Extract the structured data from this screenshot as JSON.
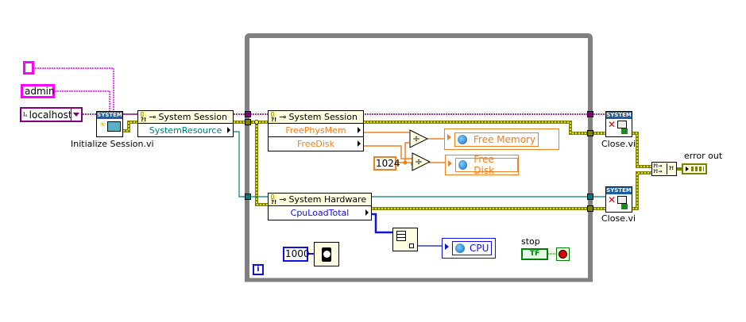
{
  "diagram": {
    "inputs": {
      "password_value": "",
      "username_value": "admin",
      "host_value": "localhost",
      "host_prefix": "I/o"
    },
    "init_session": {
      "badge": "SYSTEM",
      "label": "Initialize Session.vi"
    },
    "property_node_session": {
      "class": "System Session",
      "property": "SystemResource"
    },
    "loop_property_session": {
      "class": "System Session",
      "properties": [
        "FreePhysMem",
        "FreeDisk"
      ]
    },
    "loop_property_hardware": {
      "class": "System Hardware",
      "properties": [
        "CpuLoadTotal"
      ]
    },
    "divide_symbol": "÷",
    "constant_1024": "1024",
    "constant_1000": "1000",
    "shared_variables": [
      {
        "name": "Free Memory"
      },
      {
        "name": "Free Disk"
      },
      {
        "name": "CPU"
      }
    ],
    "stop": {
      "label": "stop",
      "value": "TF"
    },
    "iteration_terminal": "i",
    "close_vis": [
      {
        "badge": "SYSTEM",
        "label": "Close.vi"
      },
      {
        "badge": "SYSTEM",
        "label": "Close.vi"
      }
    ],
    "error_out": {
      "label": "error out"
    },
    "colors": {
      "string_wire": "#ff00ff",
      "refnum_wire": "#800080",
      "error_wire": "#808000",
      "error_stripe": "#ffff00",
      "orange_numeric": "#f08020",
      "blue_numeric": "#1010e0",
      "teal_wire": "#007b7b",
      "loop_border": "#808080",
      "bool_green": "#008000"
    }
  }
}
